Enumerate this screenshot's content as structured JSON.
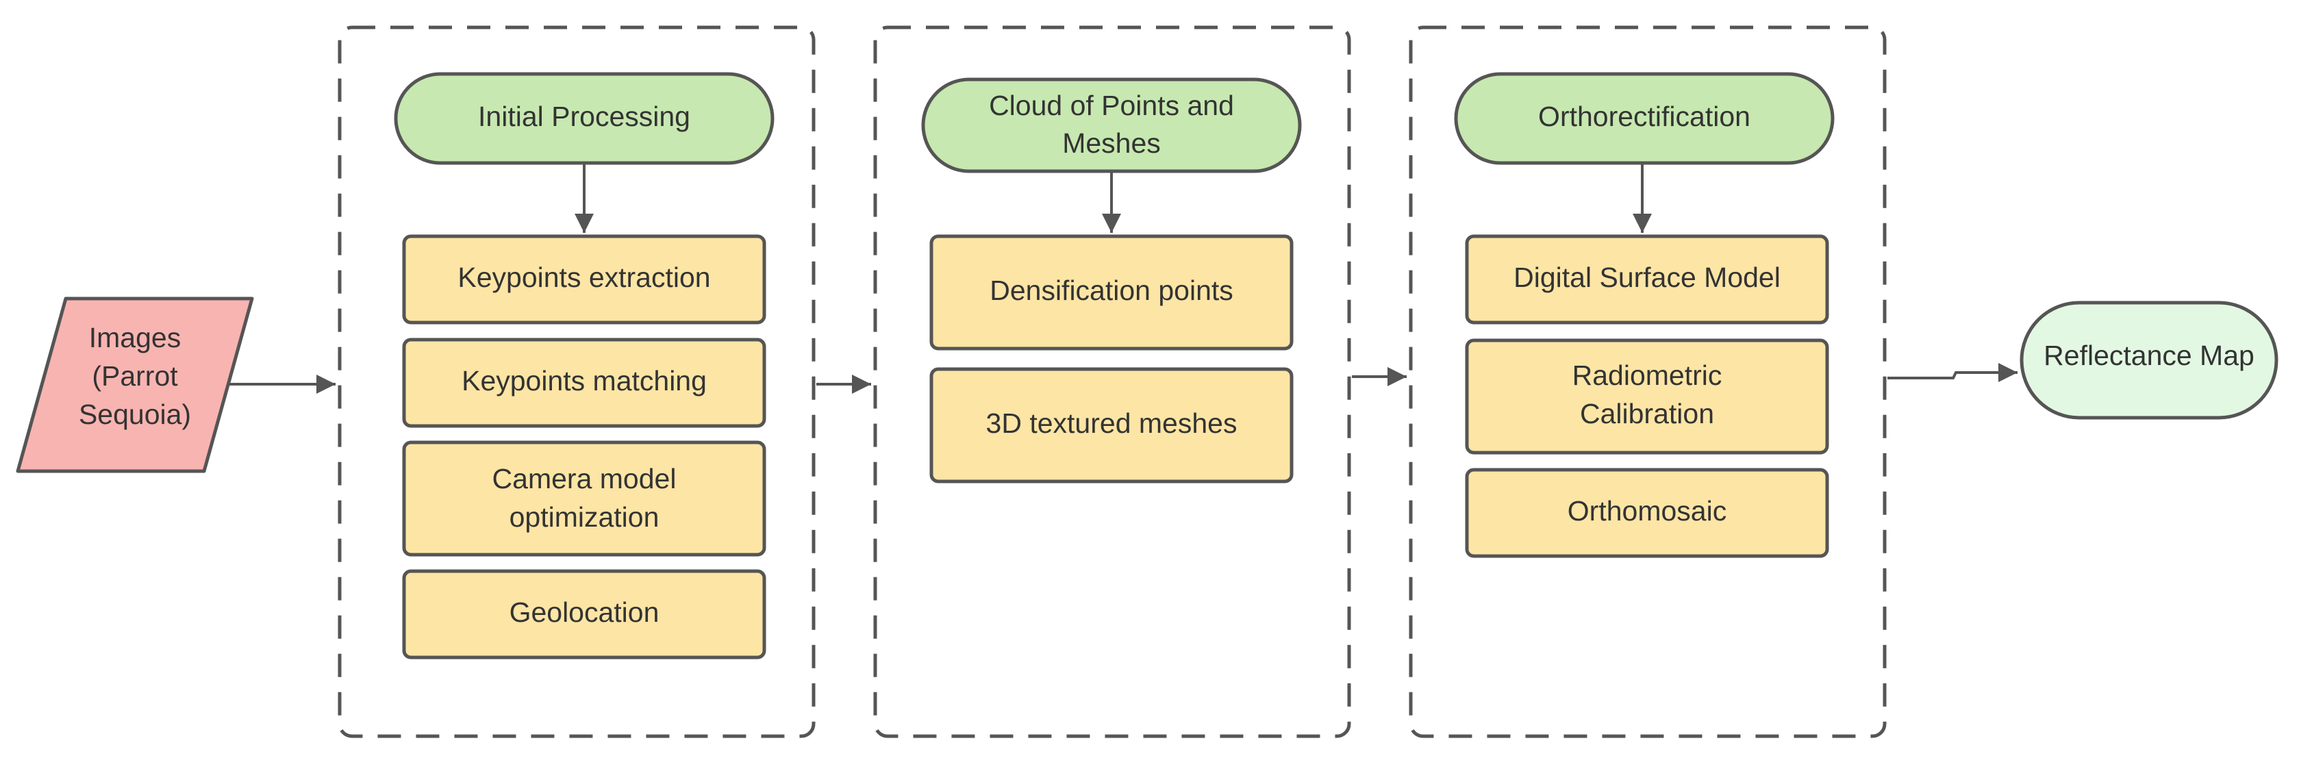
{
  "input": {
    "lines": [
      "Images",
      "(Parrot",
      "Sequoia)"
    ]
  },
  "stages": [
    {
      "header_lines": [
        "Initial Processing"
      ],
      "steps": [
        {
          "lines": [
            "Keypoints extraction"
          ]
        },
        {
          "lines": [
            "Keypoints matching"
          ]
        },
        {
          "lines": [
            "Camera model",
            "optimization"
          ]
        },
        {
          "lines": [
            "Geolocation"
          ]
        }
      ]
    },
    {
      "header_lines": [
        "Cloud of Points and",
        "Meshes"
      ],
      "steps": [
        {
          "lines": [
            "Densification points"
          ]
        },
        {
          "lines": [
            "3D textured meshes"
          ]
        }
      ]
    },
    {
      "header_lines": [
        "Orthorectification"
      ],
      "steps": [
        {
          "lines": [
            "Digital Surface Model"
          ]
        },
        {
          "lines": [
            "Radiometric",
            "Calibration"
          ]
        },
        {
          "lines": [
            "Orthomosaic"
          ]
        }
      ]
    }
  ],
  "output": {
    "lines": [
      "Reflectance Map"
    ]
  },
  "colors": {
    "input_fill": "#f8b4b1",
    "header_fill": "#c7e8b0",
    "step_fill": "#fde5a5",
    "output_fill": "#e3f8e3",
    "stroke": "#555555",
    "text": "#333333"
  }
}
